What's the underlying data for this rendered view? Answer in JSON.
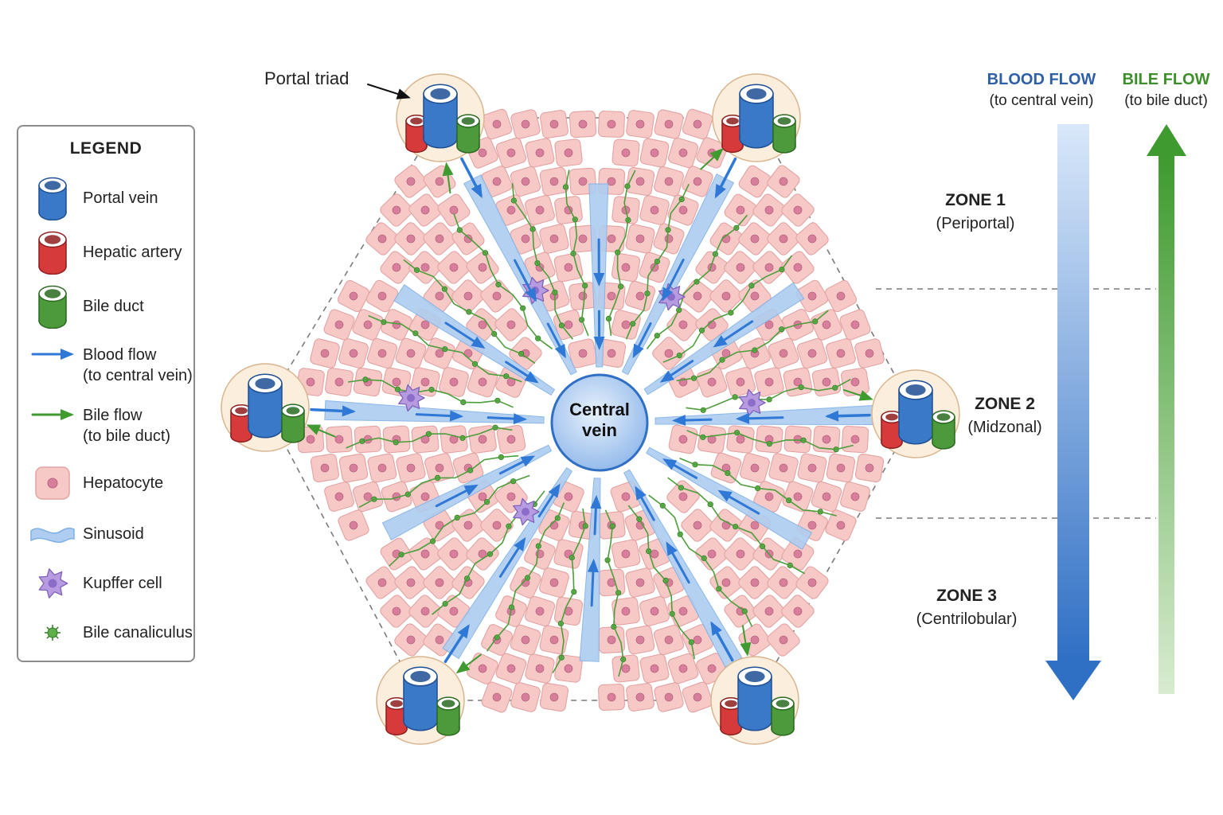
{
  "labels": {
    "portal_triad": "Portal triad",
    "central_vein": "Central\nvein"
  },
  "legend": {
    "title": "LEGEND",
    "items": [
      {
        "icon": "portal-vein-icon",
        "label": "Portal vein"
      },
      {
        "icon": "hepatic-artery-icon",
        "label": "Hepatic artery"
      },
      {
        "icon": "bile-duct-icon",
        "label": "Bile duct"
      },
      {
        "icon": "blood-flow-arrow-icon",
        "label": "Blood flow\n(to central vein)"
      },
      {
        "icon": "bile-flow-arrow-icon",
        "label": "Bile flow\n(to  bile duct)"
      },
      {
        "icon": "hepatocyte-icon",
        "label": "Hepatocyte"
      },
      {
        "icon": "sinusoid-icon",
        "label": "Sinusoid"
      },
      {
        "icon": "kupffer-cell-icon",
        "label": "Kupffer cell"
      },
      {
        "icon": "bile-canaliculus-icon",
        "label": "Bile canaliculus"
      }
    ]
  },
  "zones": [
    {
      "title": "ZONE 1",
      "subtitle": "(Periportal)"
    },
    {
      "title": "ZONE 2",
      "subtitle": "(Midzonal)"
    },
    {
      "title": "ZONE 3",
      "subtitle": "(Centrilobular)"
    }
  ],
  "flows": {
    "blood": {
      "title": "BLOOD FLOW",
      "subtitle": "(to central vein)",
      "color": "#2f6fc4"
    },
    "bile": {
      "title": "BILE FLOW",
      "subtitle": "(to bile duct)",
      "color": "#3f9a2f"
    }
  },
  "colors": {
    "portal_vein": "#3a78c8",
    "hepatic_artery": "#d63a3a",
    "bile_duct": "#4c9a3c",
    "hepatocyte": "#f7c9c6",
    "hepatocyte_nucleus": "#d77f9a",
    "sinusoid": "#aecdf0",
    "kupffer": "#b69be0",
    "canaliculus": "#5fb04a",
    "triad_bg": "#fbeedc"
  }
}
